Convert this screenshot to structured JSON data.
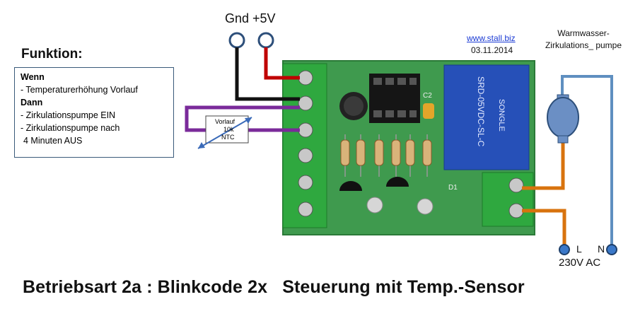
{
  "funktion": {
    "title": "Funktion:",
    "wenn": "Wenn",
    "line1": "- Temperaturerhöhung Vorlauf",
    "dann": "Dann",
    "line2": "- Zirkulationspumpe  EIN",
    "line3": "- Zirkulationspumpe  nach",
    "line4": "4 Minuten AUS"
  },
  "supply": {
    "label": "Gnd +5V"
  },
  "sensor": {
    "line1": "Vorlauf",
    "line2": "10k",
    "line3": "NTC"
  },
  "source": {
    "url": "www.stall.biz",
    "date": "03.11.2014"
  },
  "pump": {
    "label": "Warmwasser-Zirkulations_ pumpe"
  },
  "mains": {
    "l": "L",
    "n": "N",
    "label": "230V AC"
  },
  "footer": {
    "text": "Betriebsart 2a : Blinkcode 2x   Steuerung mit Temp.-Sensor"
  },
  "board": {
    "relay_text": "SRD-05VDC-SL-C",
    "relay_brand": "SONGLE",
    "c2": "C2",
    "d1": "D1"
  },
  "colors": {
    "pcb": "#3f9a4e",
    "terminal": "#2fa83f",
    "wire_red": "#c00000",
    "wire_black": "#111111",
    "wire_purple": "#7a2a9a",
    "wire_orange": "#d8730e",
    "wire_blue": "#5f8fc0",
    "relay": "#2650b8",
    "pump_blue": "#6b8fc4"
  }
}
